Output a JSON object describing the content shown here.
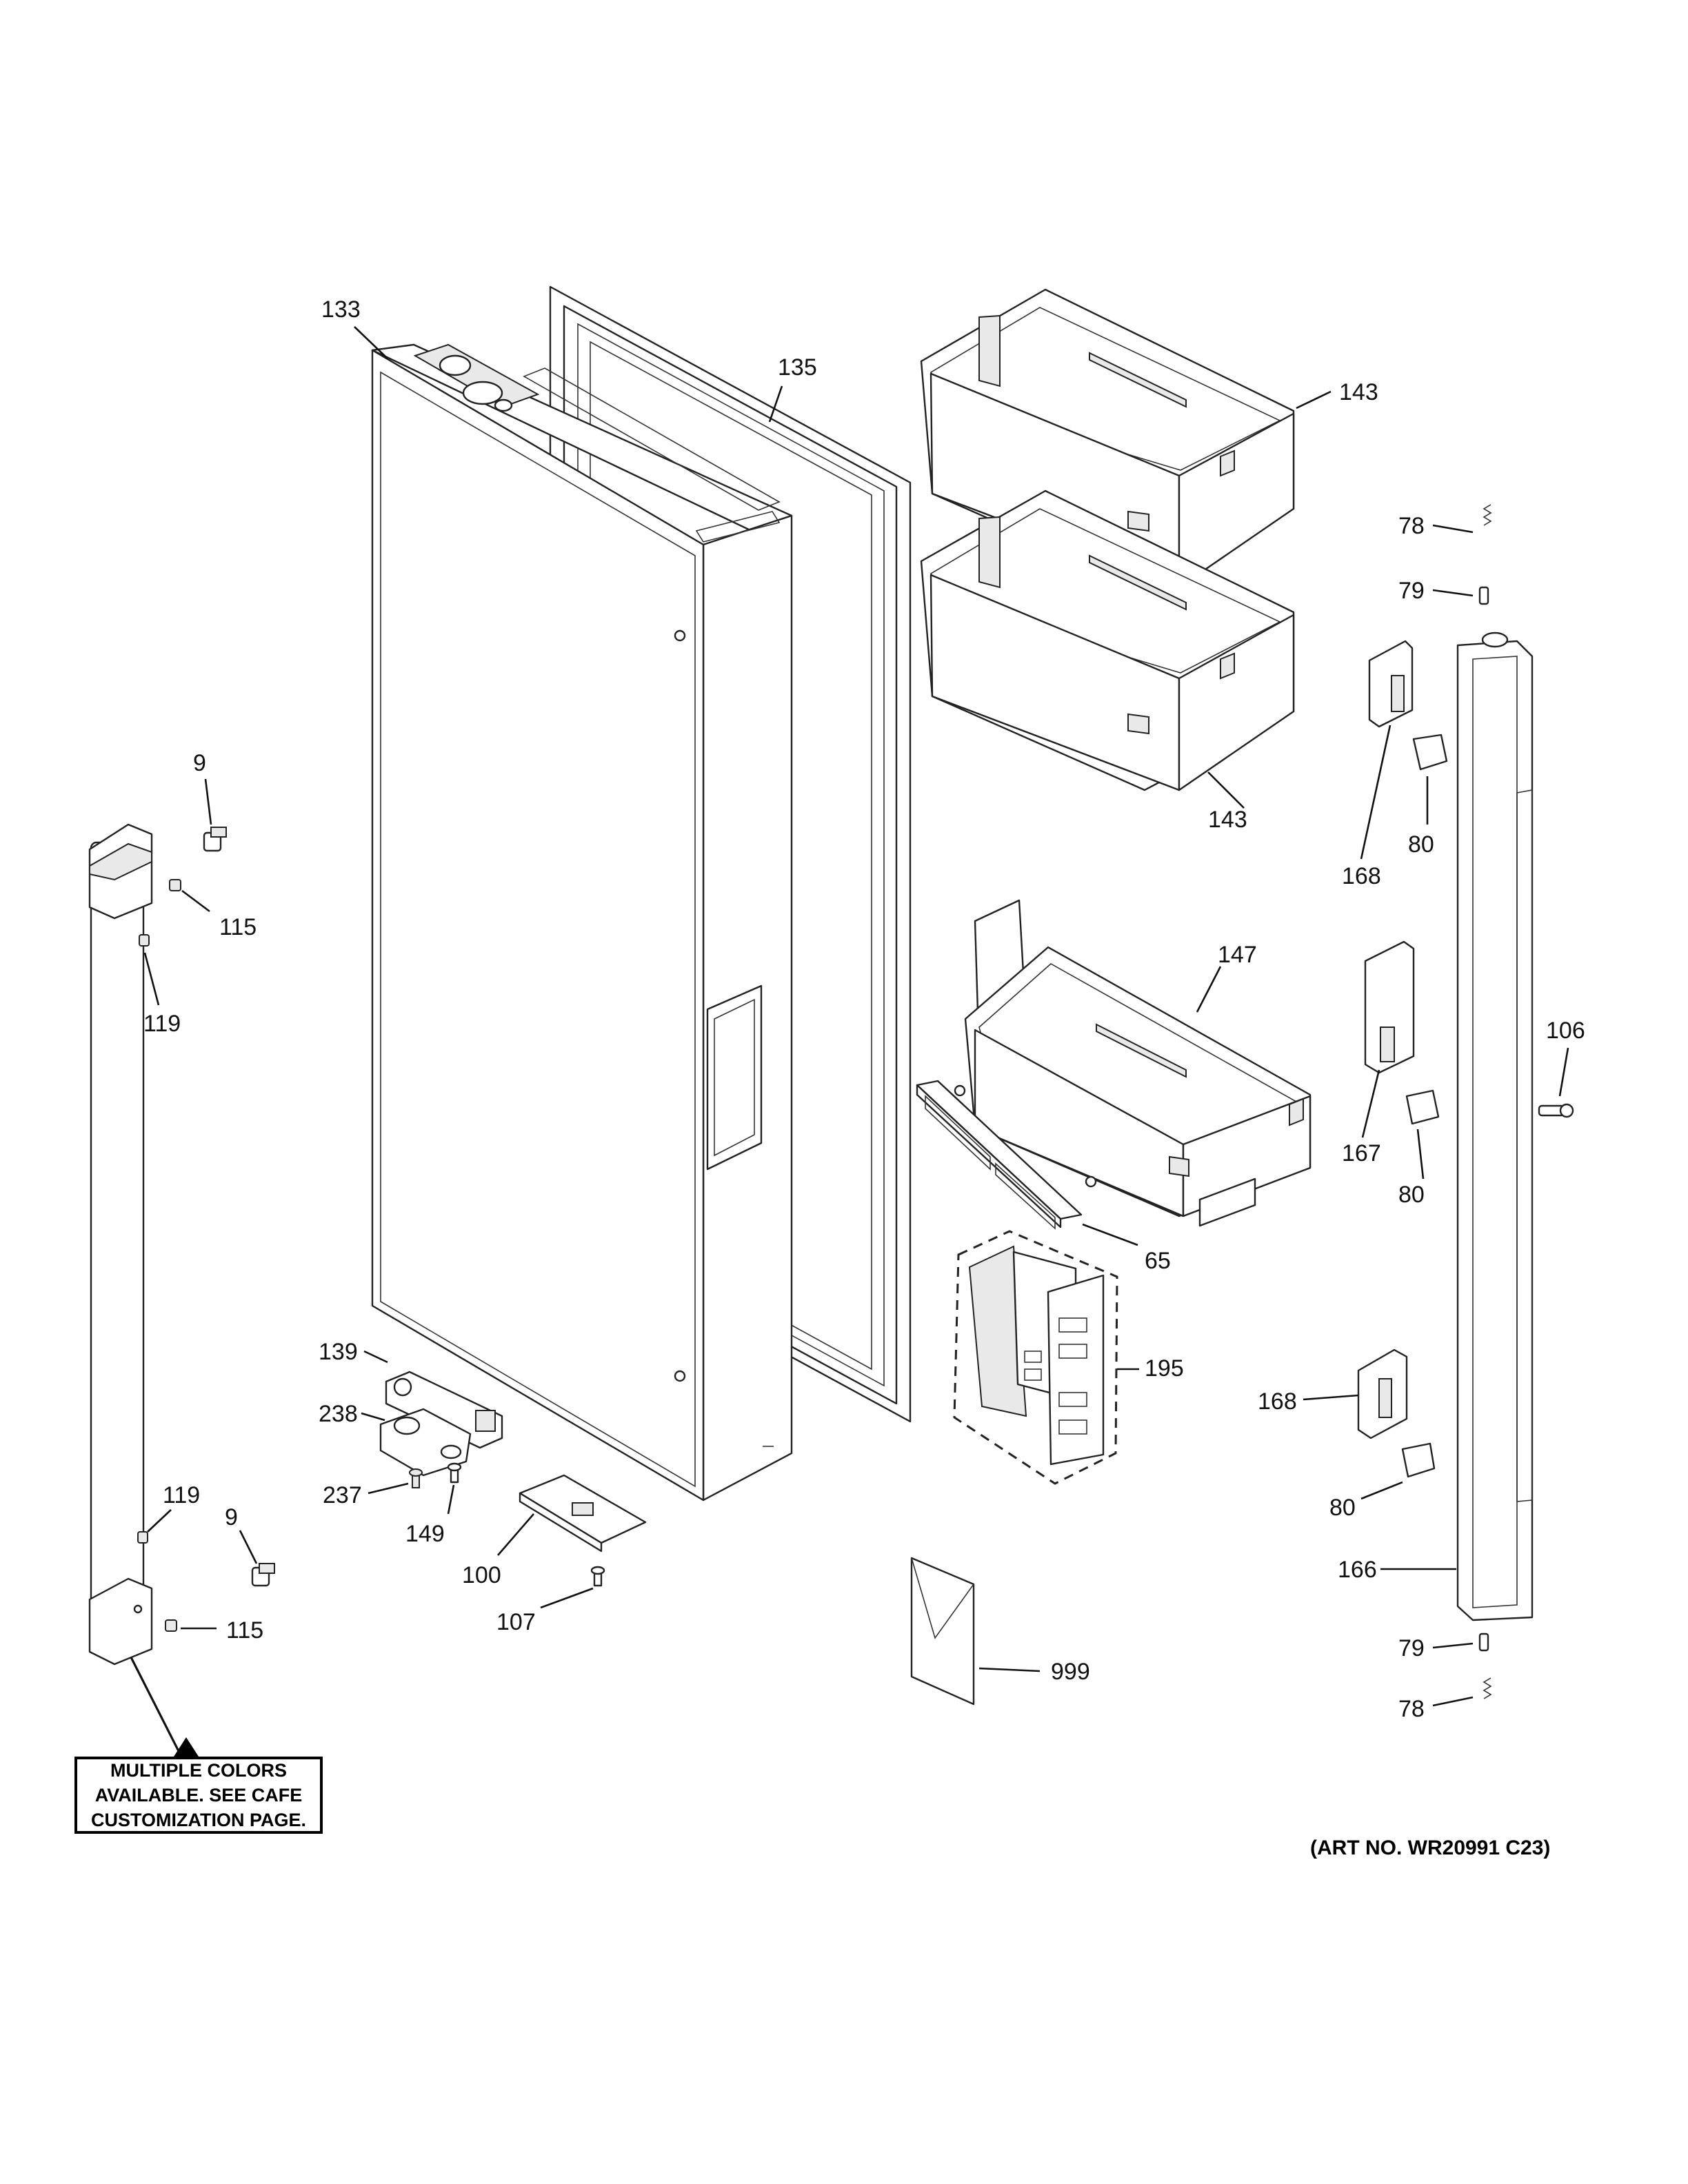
{
  "callouts": {
    "c133": "133",
    "c135": "135",
    "c143a": "143",
    "c143b": "143",
    "c78a": "78",
    "c79a": "79",
    "c168a": "168",
    "c80a": "80",
    "c147": "147",
    "c106": "106",
    "c167": "167",
    "c80b": "80",
    "c65": "65",
    "c195": "195",
    "c168b": "168",
    "c80c": "80",
    "c166": "166",
    "c79b": "79",
    "c78b": "78",
    "c999": "999",
    "c9a": "9",
    "c115a": "115",
    "c119a": "119",
    "c139": "139",
    "c238": "238",
    "c237": "237",
    "c149": "149",
    "c100": "100",
    "c107": "107",
    "c119b": "119",
    "c9b": "9",
    "c115b": "115"
  },
  "note": {
    "line1": "MULTIPLE COLORS",
    "line2": "AVAILABLE. SEE CAFE",
    "line3": "CUSTOMIZATION PAGE."
  },
  "art_number": "(ART NO. WR20991 C23)"
}
